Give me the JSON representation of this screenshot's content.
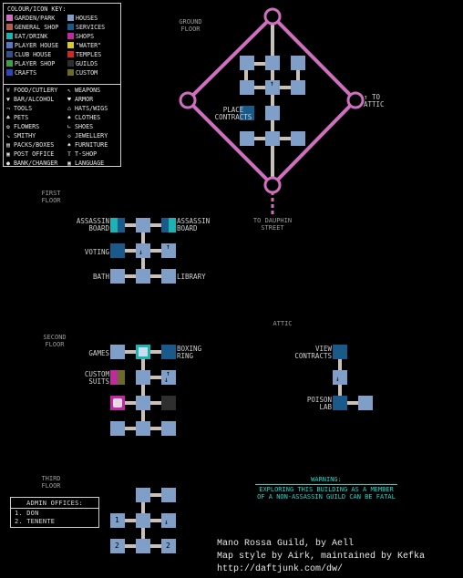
{
  "key": {
    "title": "COLOUR/ICON KEY:",
    "colours_left": [
      {
        "label": "GARDEN/PARK",
        "color": "#d06fc0"
      },
      {
        "label": "GENERAL SHOP",
        "color": "#b85c4f"
      },
      {
        "label": "EAT/DRINK",
        "color": "#1bb4b4"
      },
      {
        "label": "PLAYER HOUSE",
        "color": "#5a78c8"
      },
      {
        "label": "CLUB HOUSE",
        "color": "#33508a"
      },
      {
        "label": "PLAYER SHOP",
        "color": "#3aa04a"
      },
      {
        "label": "CRAFTS",
        "color": "#3046b8"
      }
    ],
    "colours_right": [
      {
        "label": "HOUSES",
        "color": "#7f9fc8"
      },
      {
        "label": "SERVICES",
        "color": "#1a5a8a"
      },
      {
        "label": "SHOPS",
        "color": "#c02aa0"
      },
      {
        "label": "\"WATER\"",
        "color": "#d8c82c"
      },
      {
        "label": "TEMPLES",
        "color": "#c82a2a"
      },
      {
        "label": "GUILDS",
        "color": "#2f2f2f"
      },
      {
        "label": "CUSTOM",
        "color": "#6a6a2a"
      }
    ],
    "icons_left": [
      {
        "icon": "fork-icon",
        "glyph": "¥",
        "label": "FOOD/CUTLERY"
      },
      {
        "icon": "glass-icon",
        "glyph": "▼",
        "label": "BAR/ALCOHOL"
      },
      {
        "icon": "tools-icon",
        "glyph": "¬",
        "label": "TOOLS"
      },
      {
        "icon": "paw-icon",
        "glyph": "♣",
        "label": "PETS"
      },
      {
        "icon": "flower-icon",
        "glyph": "✿",
        "label": "FLOWERS"
      },
      {
        "icon": "anvil-icon",
        "glyph": "↘",
        "label": "SMITHY"
      },
      {
        "icon": "box-icon",
        "glyph": "▤",
        "label": "PACKS/BOXES"
      },
      {
        "icon": "mailbox-icon",
        "glyph": "▣",
        "label": "POST OFFICE"
      },
      {
        "icon": "coin-icon",
        "glyph": "●",
        "label": "BANK/CHANGER"
      }
    ],
    "icons_right": [
      {
        "icon": "sword-icon",
        "glyph": "↖",
        "label": "WEAPONS"
      },
      {
        "icon": "armor-icon",
        "glyph": "♥",
        "label": "ARMOR"
      },
      {
        "icon": "hat-icon",
        "glyph": "⌂",
        "label": "HATS/WIGS"
      },
      {
        "icon": "shirt-icon",
        "glyph": "♠",
        "label": "CLOTHES"
      },
      {
        "icon": "shoe-icon",
        "glyph": "∟",
        "label": "SHOES"
      },
      {
        "icon": "gem-icon",
        "glyph": "◇",
        "label": "JEWELLERY"
      },
      {
        "icon": "chair-icon",
        "glyph": "♠",
        "label": "FURNITURE"
      },
      {
        "icon": "tshirt-icon",
        "glyph": "T",
        "label": "T-SHOP"
      },
      {
        "icon": "speech-icon",
        "glyph": "▣",
        "label": "LANGUAGE"
      }
    ]
  },
  "floors": {
    "ground": "GROUND\nFLOOR",
    "first": "FIRST\nFLOOR",
    "second": "SECOND\nFLOOR",
    "third": "THIRD\nFLOOR",
    "attic": "ATTIC"
  },
  "labels": {
    "to_attic": "TO\nATTIC",
    "place_contracts": "PLACE\nCONTRACTS",
    "to_dauphin": "TO DAUPHIN\nSTREET",
    "assassin_board_left": "ASSASSIN\nBOARD",
    "assassin_board_right": "ASSASSIN\nBOARD",
    "voting": "VOTING",
    "bath": "BATH",
    "library": "LIBRARY",
    "games": "GAMES",
    "boxing_ring": "BOXING\nRING",
    "custom_suits": "CUSTOM\nSUITS",
    "view_contracts": "VIEW\nCONTRACTS",
    "poison_lab": "POISON\nLAB",
    "room_1a": "1",
    "room_2a": "2",
    "room_2b": "2"
  },
  "admin": {
    "title": "ADMIN OFFICES:",
    "items": [
      "1. DON",
      "2. TENENTE"
    ]
  },
  "warning": {
    "title": "WARNING:",
    "text": "EXPLORING THIS BUILDING AS A MEMBER\nOF A NON-ASSASSIN GUILD CAN BE FATAL"
  },
  "credits": {
    "line1": "Mano Rossa Guild, by Aell",
    "line2": "Map style by Airk, maintained by Kefka",
    "line3": "http://daftjunk.com/dw/"
  },
  "colors": {
    "garden": "#d06fc0",
    "house": "#7f9fc8",
    "service": "#1a5a8a",
    "eat": "#1bb4b4",
    "guild": "#2f2f2f",
    "custom": "#6a6a2a",
    "shop": "#c02aa0",
    "corridor": "#c9c0ba",
    "warning": "#26d6c9"
  }
}
